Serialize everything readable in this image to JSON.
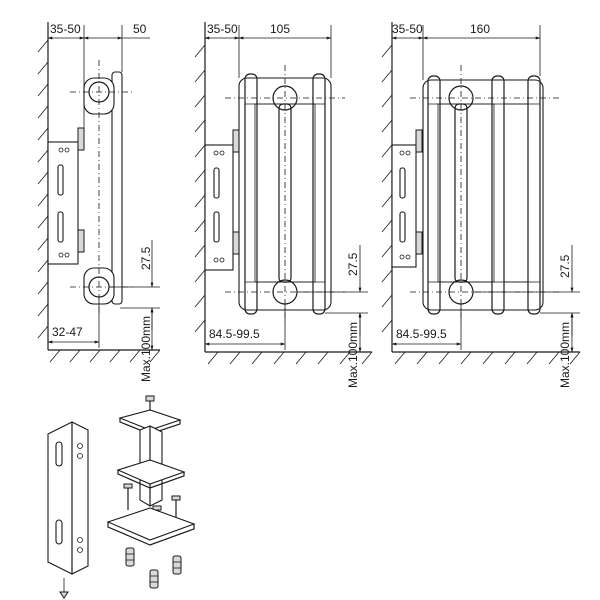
{
  "views": {
    "single": {
      "wall_gap": "35-50",
      "depth": "50",
      "pipe_offset": "27.5",
      "bracket_range": "32-47",
      "floor_gap": "Max.100mm"
    },
    "double": {
      "wall_gap": "35-50",
      "depth": "105",
      "pipe_offset": "27.5",
      "bracket_range": "84.5-99.5",
      "floor_gap": "Max.100mm"
    },
    "triple": {
      "wall_gap": "35-50",
      "depth": "160",
      "pipe_offset": "27.5",
      "bracket_range": "84.5-99.5",
      "floor_gap": "Max.100mm"
    }
  }
}
